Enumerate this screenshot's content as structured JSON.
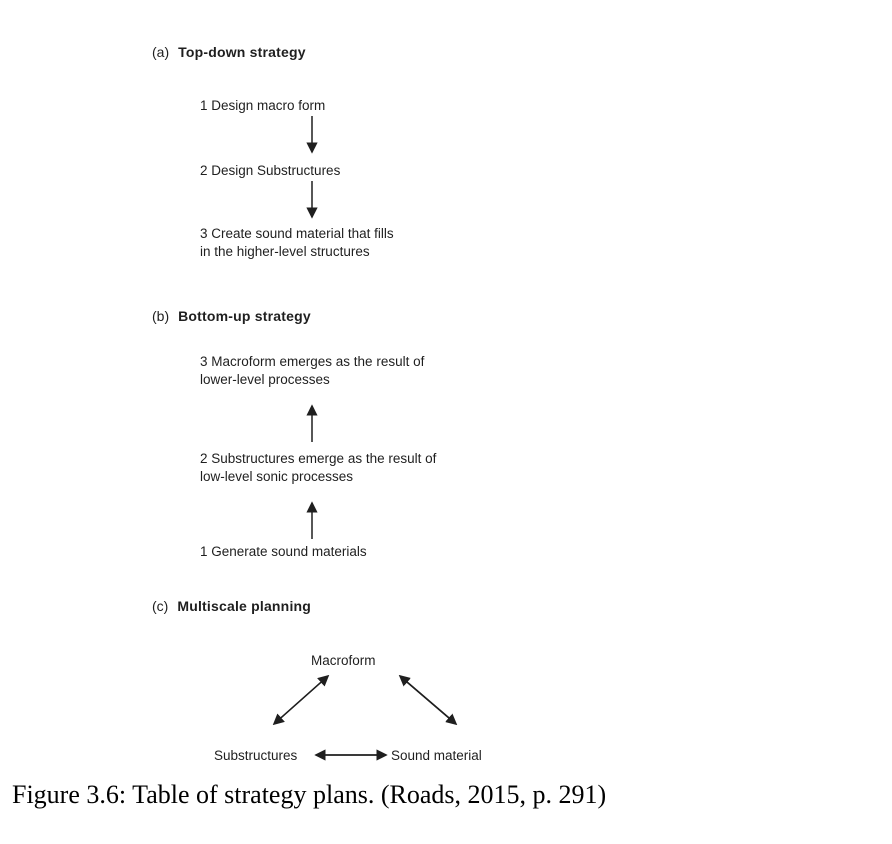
{
  "sections": {
    "a": {
      "label": "(a)",
      "title": "Top-down strategy",
      "steps": [
        "1 Design macro form",
        "2 Design Substructures",
        "3 Create sound material that fills\nin the higher-level structures"
      ]
    },
    "b": {
      "label": "(b)",
      "title": "Bottom-up strategy",
      "steps": [
        "3 Macroform emerges as the result of\nlower-level processes",
        "2 Substructures emerge as the result of\nlow-level sonic processes",
        "1 Generate sound materials"
      ]
    },
    "c": {
      "label": "(c)",
      "title": "Multiscale planning",
      "nodes": {
        "top": "Macroform",
        "bottom_left": "Substructures",
        "bottom_right": "Sound material"
      }
    }
  },
  "caption": "Figure 3.6: Table of strategy plans. (Roads, 2015, p. 291)",
  "colors": {
    "text": "#1f1f1f",
    "caption": "#000000"
  }
}
